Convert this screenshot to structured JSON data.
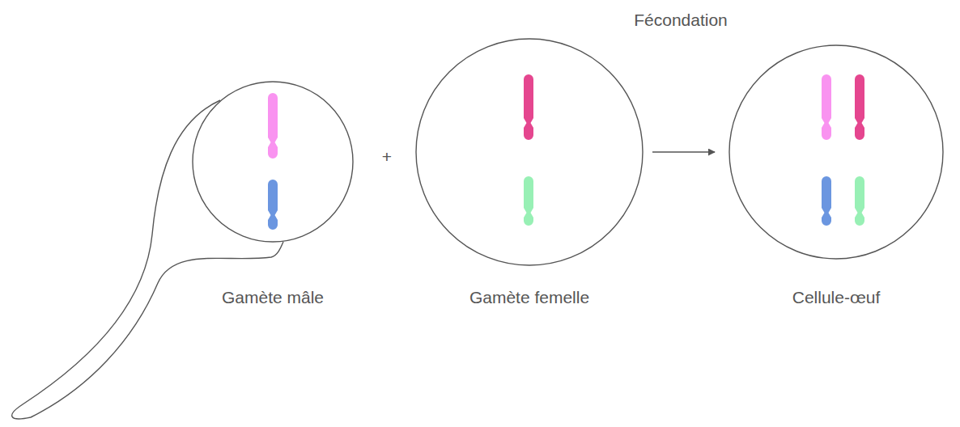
{
  "diagram": {
    "nodes": [
      {
        "text": [
          "Gamète mâle"
        ]
      },
      {
        "text": [
          "Gamète femelle"
        ]
      },
      {
        "text": [
          "Cellule-œuf"
        ]
      }
    ],
    "edges": [
      {
        "from": 1,
        "to": 2,
        "arrow": "to"
      }
    ],
    "labels": [
      "Fécondation",
      "+"
    ]
  }
}
